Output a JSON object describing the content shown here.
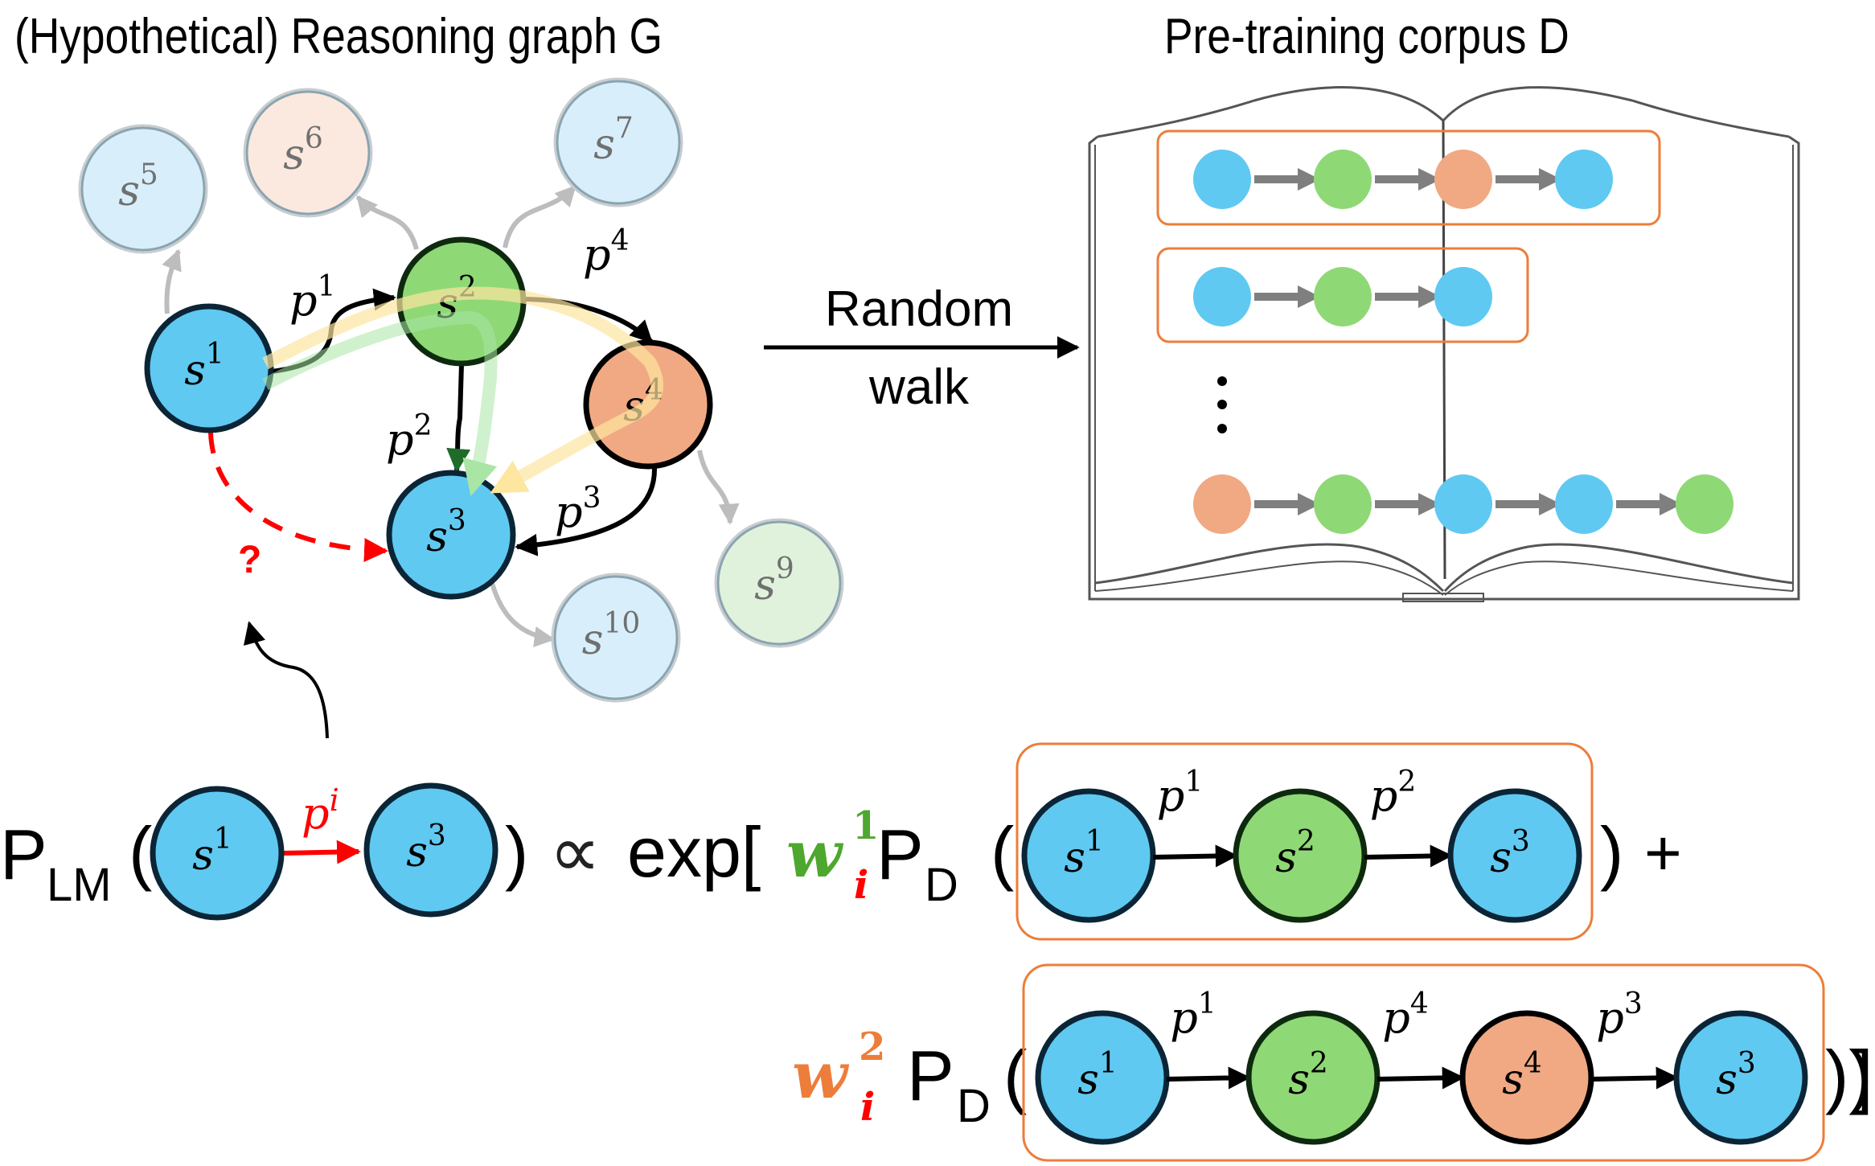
{
  "titles": {
    "left": "(Hypothetical) Reasoning graph G",
    "right": "Pre-training corpus D"
  },
  "colors": {
    "blue": "#5fc9f1",
    "green": "#8fd876",
    "orange": "#f0a983",
    "node_stroke": "#0b2536",
    "green_stroke": "#0e2a0e",
    "faded_blue": "#d8effb",
    "faded_orange": "#fbe8df",
    "faded_green": "#e0f2dc",
    "faded_stroke": "#8aa4b0",
    "path_yellow": "#fde6a0",
    "path_green": "#a9e6a6",
    "box_orange": "#ed7d3a",
    "red": "#ff0000",
    "weight_green": "#4ea72e",
    "weight_orange": "#ed7d3a"
  },
  "graph": {
    "nodes": [
      {
        "id": "s1",
        "base": "s",
        "sup": "1",
        "kind": "main",
        "color": "blue"
      },
      {
        "id": "s2",
        "base": "s",
        "sup": "2",
        "kind": "main",
        "color": "green"
      },
      {
        "id": "s3",
        "base": "s",
        "sup": "3",
        "kind": "main",
        "color": "blue"
      },
      {
        "id": "s4",
        "base": "s",
        "sup": "4",
        "kind": "main",
        "color": "orange"
      },
      {
        "id": "s5",
        "base": "s",
        "sup": "5",
        "kind": "faded",
        "color": "faded_blue"
      },
      {
        "id": "s6",
        "base": "s",
        "sup": "6",
        "kind": "faded",
        "color": "faded_orange"
      },
      {
        "id": "s7",
        "base": "s",
        "sup": "7",
        "kind": "faded",
        "color": "faded_blue"
      },
      {
        "id": "s9",
        "base": "s",
        "sup": "9",
        "kind": "faded",
        "color": "faded_green"
      },
      {
        "id": "s10",
        "base": "s",
        "sup": "10",
        "kind": "faded",
        "color": "faded_blue"
      }
    ],
    "edges": [
      {
        "from": "s1",
        "to": "s2",
        "label_base": "p",
        "label_sup": "1"
      },
      {
        "from": "s2",
        "to": "s3",
        "label_base": "p",
        "label_sup": "2"
      },
      {
        "from": "s4",
        "to": "s3",
        "label_base": "p",
        "label_sup": "3"
      },
      {
        "from": "s2",
        "to": "s4",
        "label_base": "p",
        "label_sup": "4"
      },
      {
        "from": "s1",
        "to": "s3",
        "style": "dashed-red",
        "label": "?"
      }
    ],
    "faded_edges": [
      {
        "from": "s1",
        "to": "s5"
      },
      {
        "from": "s2",
        "to": "s6"
      },
      {
        "from": "s2",
        "to": "s7"
      },
      {
        "from": "s4",
        "to": "s9"
      },
      {
        "from": "s3",
        "to": "s10"
      }
    ],
    "highlighted_paths": [
      {
        "color": "path_green",
        "nodes": [
          "s1",
          "s2",
          "s3"
        ]
      },
      {
        "color": "path_yellow",
        "nodes": [
          "s1",
          "s2",
          "s4",
          "s3"
        ]
      }
    ],
    "question_mark": "?"
  },
  "random_walk": {
    "line1": "Random",
    "line2": "walk"
  },
  "corpus": {
    "sequences": [
      {
        "boxed": true,
        "nodes": [
          "blue",
          "green",
          "orange",
          "blue"
        ]
      },
      {
        "boxed": true,
        "nodes": [
          "blue",
          "green",
          "blue"
        ]
      },
      {
        "boxed": false,
        "nodes": [
          "orange",
          "green",
          "blue",
          "blue",
          "green"
        ]
      }
    ],
    "ellipsis": "⋮"
  },
  "formula": {
    "lhs": {
      "P": "P",
      "P_sub": "LM",
      "open": "(",
      "close": ")",
      "from": {
        "base": "s",
        "sup": "1"
      },
      "to": {
        "base": "s",
        "sup": "3"
      },
      "edge": {
        "base": "p",
        "sup": "i"
      }
    },
    "propto": "∝",
    "exp": "exp[",
    "term1": {
      "weight_base": "w",
      "weight_sup": "1",
      "weight_sub": "i",
      "P": "P",
      "P_sub": "D",
      "open": "(",
      "close": ")",
      "plus": "+",
      "path": [
        {
          "node": {
            "base": "s",
            "sup": "1",
            "color": "blue"
          }
        },
        {
          "edge": {
            "base": "p",
            "sup": "1"
          }
        },
        {
          "node": {
            "base": "s",
            "sup": "2",
            "color": "green"
          }
        },
        {
          "edge": {
            "base": "p",
            "sup": "2"
          }
        },
        {
          "node": {
            "base": "s",
            "sup": "3",
            "color": "blue"
          }
        }
      ]
    },
    "term2": {
      "weight_base": "w",
      "weight_sup": "2",
      "weight_sub": "i",
      "P": "P",
      "P_sub": "D",
      "open": "(",
      "close": "))",
      "bracket_close": "]",
      "path": [
        {
          "node": {
            "base": "s",
            "sup": "1",
            "color": "blue"
          }
        },
        {
          "edge": {
            "base": "p",
            "sup": "1"
          }
        },
        {
          "node": {
            "base": "s",
            "sup": "2",
            "color": "green"
          }
        },
        {
          "edge": {
            "base": "p",
            "sup": "4"
          }
        },
        {
          "node": {
            "base": "s",
            "sup": "4",
            "color": "orange"
          }
        },
        {
          "edge": {
            "base": "p",
            "sup": "3"
          }
        },
        {
          "node": {
            "base": "s",
            "sup": "3",
            "color": "blue"
          }
        }
      ]
    }
  }
}
